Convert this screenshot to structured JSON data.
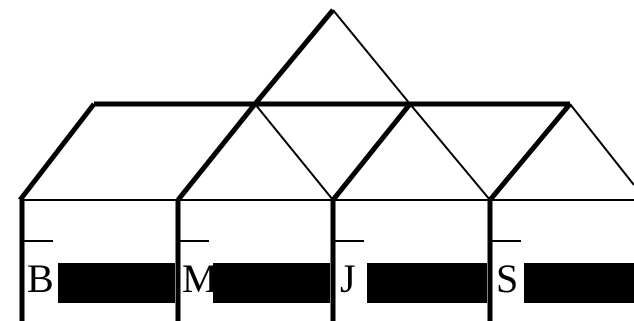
{
  "colors": {
    "stroke": "#000000",
    "background": "#ffffff",
    "bar": "#000000"
  },
  "houses": [
    {
      "letter": "B"
    },
    {
      "letter": "M"
    },
    {
      "letter": "J"
    },
    {
      "letter": "S"
    }
  ]
}
